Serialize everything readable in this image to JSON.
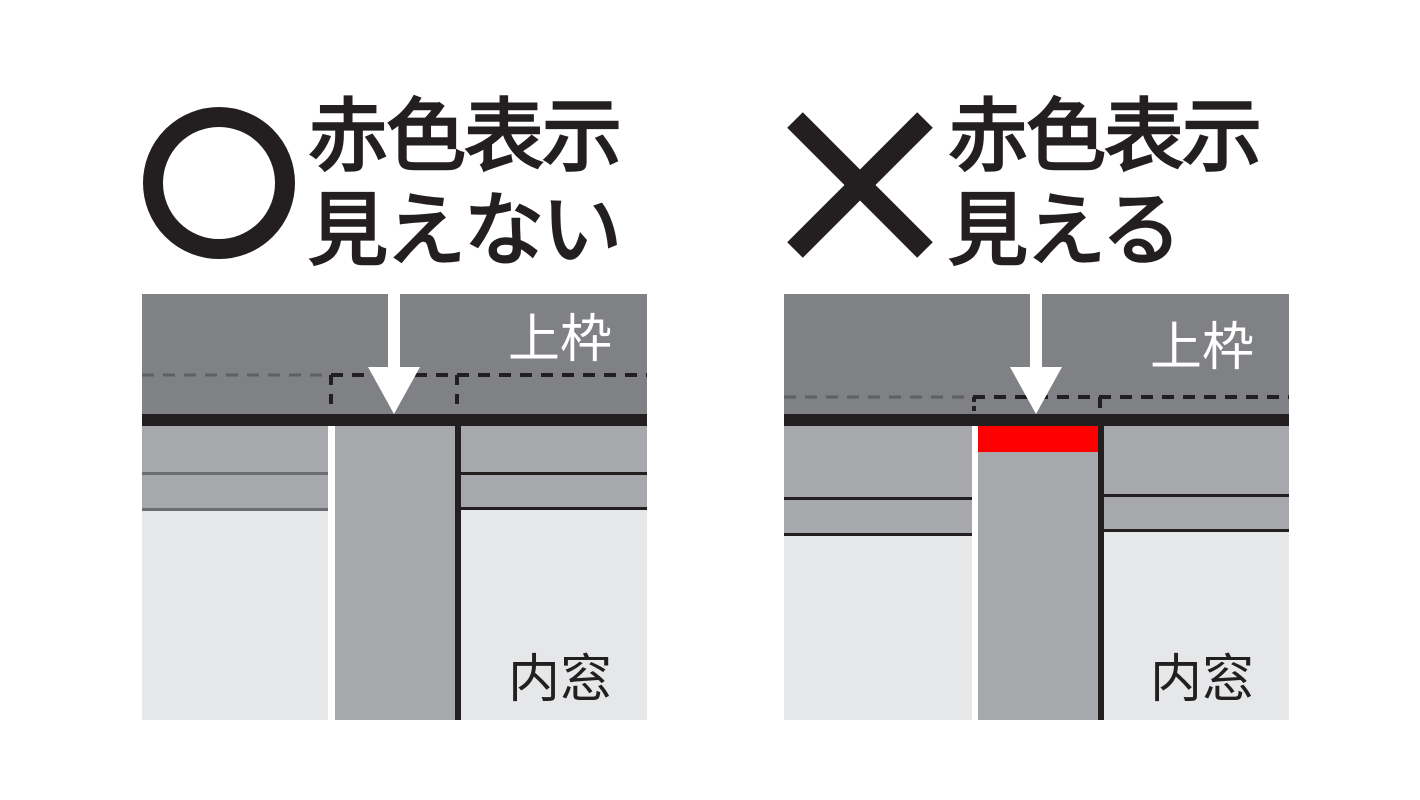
{
  "colors": {
    "frame_gray": "#808185",
    "sash_gray": "#a7a8ab",
    "glass_light": "#e6e7e8",
    "line_black": "#231f20",
    "red_indicator": "#ff0000"
  },
  "panels": [
    {
      "mark_icon": "circle-correct-icon",
      "heading_line1": "赤色表示",
      "heading_line2": "見えない",
      "upper_frame_label": "上枠",
      "inner_window_label": "内窓",
      "red_visible": false
    },
    {
      "mark_icon": "cross-wrong-icon",
      "heading_line1": "赤色表示",
      "heading_line2": "見える",
      "upper_frame_label": "上枠",
      "inner_window_label": "内窓",
      "red_visible": true
    }
  ]
}
